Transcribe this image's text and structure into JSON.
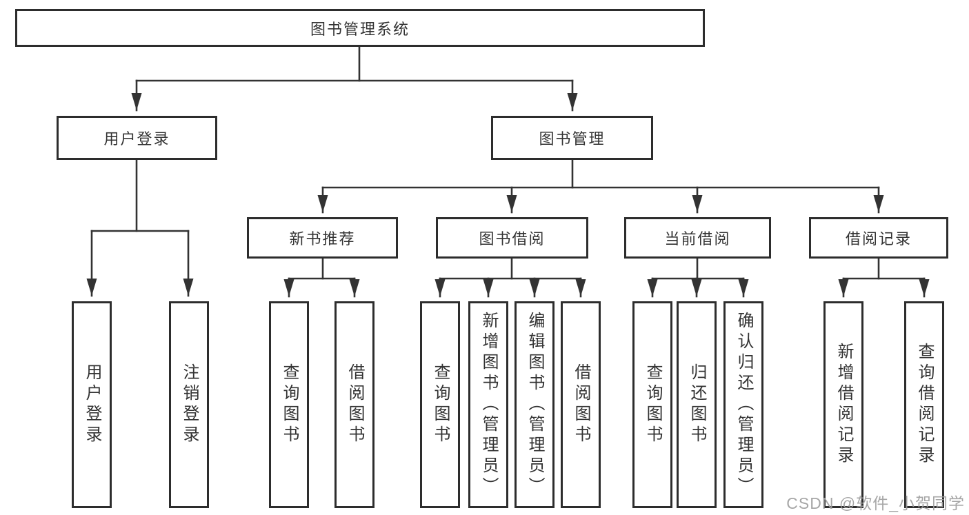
{
  "tree": {
    "root": {
      "label": "图书管理系统"
    },
    "level2": [
      {
        "label": "用户登录"
      },
      {
        "label": "图书管理"
      }
    ],
    "level3": [
      {
        "label": "新书推荐"
      },
      {
        "label": "图书借阅"
      },
      {
        "label": "当前借阅"
      },
      {
        "label": "借阅记录"
      }
    ],
    "leaves": {
      "user_login": [
        {
          "label": "用户登录"
        },
        {
          "label": "注销登录"
        }
      ],
      "new_book_recommend": [
        {
          "label": "查询图书"
        },
        {
          "label": "借阅图书"
        }
      ],
      "book_borrow": [
        {
          "label": "查询图书"
        },
        {
          "label": "新增图书（管理员）"
        },
        {
          "label": "编辑图书（管理员）"
        },
        {
          "label": "借阅图书"
        }
      ],
      "current_borrow": [
        {
          "label": "查询图书"
        },
        {
          "label": "归还图书"
        },
        {
          "label": "确认归还（管理员）"
        }
      ],
      "borrow_records": [
        {
          "label": "新增借阅记录"
        },
        {
          "label": "查询借阅记录"
        }
      ]
    }
  },
  "watermark": {
    "text": "CSDN @软件_小贺同学"
  },
  "colors": {
    "line": "#333333",
    "box_border": "#2d2d2d",
    "text": "#333333",
    "background": "#ffffff",
    "watermark": "#9d9d9d"
  }
}
